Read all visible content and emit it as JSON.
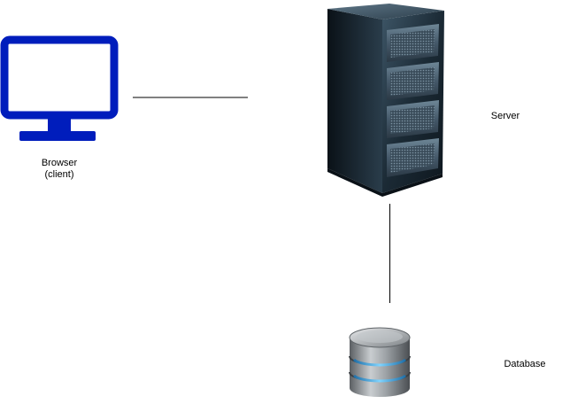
{
  "nodes": {
    "browser": {
      "label_line1": "Browser",
      "label_line2": "(client)",
      "icon": "monitor-icon",
      "color": "#001DBC"
    },
    "server": {
      "label": "Server",
      "icon": "server-rack-icon"
    },
    "database": {
      "label": "Database",
      "icon": "database-icon"
    }
  },
  "edges": [
    {
      "from": "browser",
      "to": "server"
    },
    {
      "from": "server",
      "to": "database"
    }
  ]
}
